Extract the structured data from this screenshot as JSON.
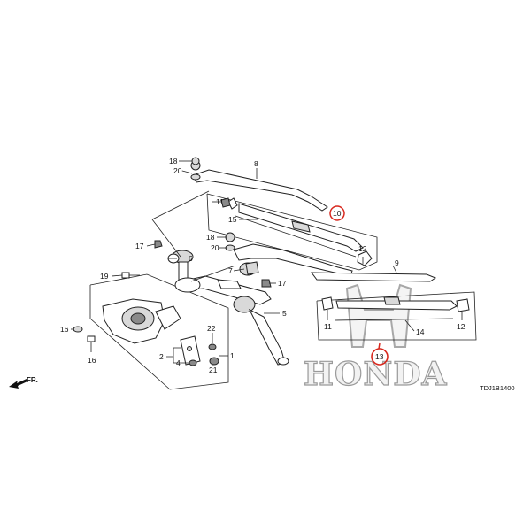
{
  "callouts": {
    "n1": "1",
    "n2": "2",
    "n4": "4",
    "n5": "5",
    "n6": "6",
    "n7": "7",
    "n8": "8",
    "n9": "9",
    "n10": "10",
    "n11a": "11",
    "n11b": "11",
    "n12a": "12",
    "n12b": "12",
    "n13": "13",
    "n14": "14",
    "n15": "15",
    "n16a": "16",
    "n16b": "16",
    "n17a": "17",
    "n17b": "17",
    "n18a": "18",
    "n18b": "18",
    "n19": "19",
    "n20a": "20",
    "n20b": "20",
    "n21": "21",
    "n22": "22"
  },
  "highlight_color": "#d8281e",
  "brand": {
    "text": "HONDA"
  },
  "direction": {
    "label": "FR."
  },
  "diagram_code": "TDJ1B1400"
}
